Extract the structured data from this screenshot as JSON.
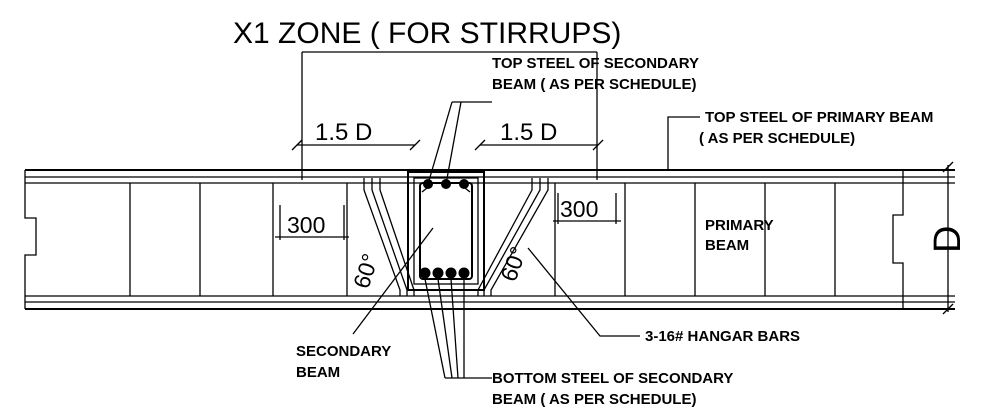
{
  "title": "X1 ZONE ( FOR STIRRUPS)",
  "labels": {
    "top_steel_secondary_l1": "TOP STEEL OF SECONDARY",
    "top_steel_secondary_l2": "BEAM ( AS PER SCHEDULE)",
    "top_steel_primary_l1": "TOP STEEL OF PRIMARY BEAM",
    "top_steel_primary_l2": "( AS PER SCHEDULE)",
    "primary_beam_l1": "PRIMARY",
    "primary_beam_l2": "BEAM",
    "secondary_beam_l1": "SECONDARY",
    "secondary_beam_l2": "BEAM",
    "hangar_bars": "3-16# HANGAR BARS",
    "bottom_steel_l1": "BOTTOM STEEL OF SECONDARY",
    "bottom_steel_l2": "BEAM ( AS PER SCHEDULE)"
  },
  "dimensions": {
    "left_zone": "1.5 D",
    "right_zone": "1.5 D",
    "left_spacing": "300",
    "right_spacing": "300",
    "left_angle": "60°",
    "right_angle": "60°",
    "depth": "D"
  }
}
